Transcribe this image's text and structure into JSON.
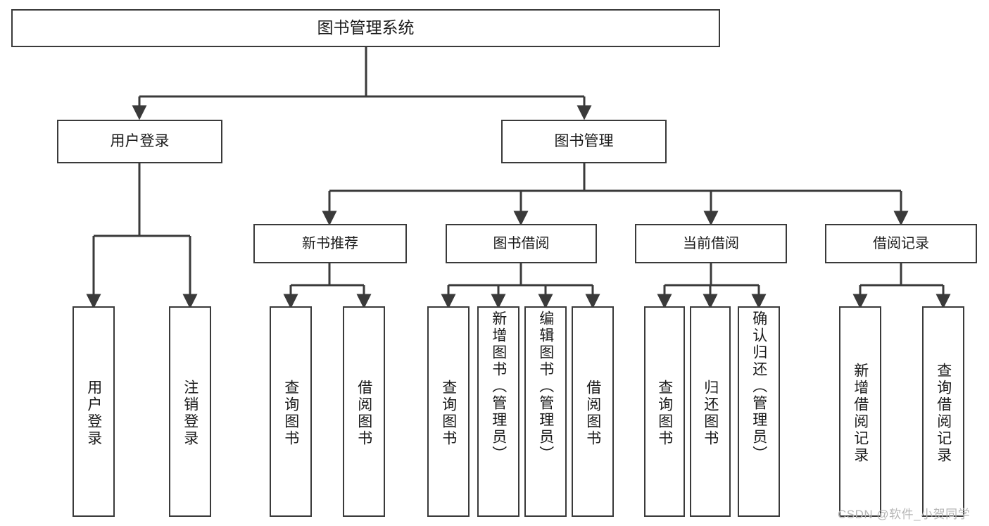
{
  "diagram": {
    "type": "hierarchy-tree",
    "title": "图书管理系统",
    "root": {
      "label": "图书管理系统"
    },
    "level1": [
      {
        "id": "user-login",
        "label": "用户登录"
      },
      {
        "id": "book-manage",
        "label": "图书管理"
      }
    ],
    "level2": [
      {
        "id": "new-book-recommend",
        "label": "新书推荐",
        "parent": "book-manage"
      },
      {
        "id": "book-borrow",
        "label": "图书借阅",
        "parent": "book-manage"
      },
      {
        "id": "current-borrow",
        "label": "当前借阅",
        "parent": "book-manage"
      },
      {
        "id": "borrow-record",
        "label": "借阅记录",
        "parent": "book-manage"
      }
    ],
    "leaves": [
      {
        "id": "leaf-user-login",
        "label": "用户登录",
        "parent": "user-login"
      },
      {
        "id": "leaf-user-logout",
        "label": "注销登录",
        "parent": "user-login"
      },
      {
        "id": "leaf-query-book-1",
        "label": "查询图书",
        "parent": "new-book-recommend"
      },
      {
        "id": "leaf-borrow-book-1",
        "label": "借阅图书",
        "parent": "new-book-recommend"
      },
      {
        "id": "leaf-query-book-2",
        "label": "查询图书",
        "parent": "book-borrow"
      },
      {
        "id": "leaf-add-book",
        "label": "新增图书（管理员）",
        "parent": "book-borrow"
      },
      {
        "id": "leaf-edit-book",
        "label": "编辑图书（管理员）",
        "parent": "book-borrow"
      },
      {
        "id": "leaf-borrow-book-2",
        "label": "借阅图书",
        "parent": "book-borrow"
      },
      {
        "id": "leaf-query-book-3",
        "label": "查询图书",
        "parent": "current-borrow"
      },
      {
        "id": "leaf-return-book",
        "label": "归还图书",
        "parent": "current-borrow"
      },
      {
        "id": "leaf-confirm-return",
        "label": "确认归还（管理员）",
        "parent": "current-borrow"
      },
      {
        "id": "leaf-add-record",
        "label": "新增借阅记录",
        "parent": "borrow-record"
      },
      {
        "id": "leaf-query-record",
        "label": "查询借阅记录",
        "parent": "borrow-record"
      }
    ],
    "colors": {
      "stroke": "#3a3a3a",
      "fill": "#ffffff",
      "text": "#1a1a1a",
      "watermark": "#b6b6b6"
    }
  },
  "watermark": {
    "text": "CSDN @软件_小贺同学"
  }
}
